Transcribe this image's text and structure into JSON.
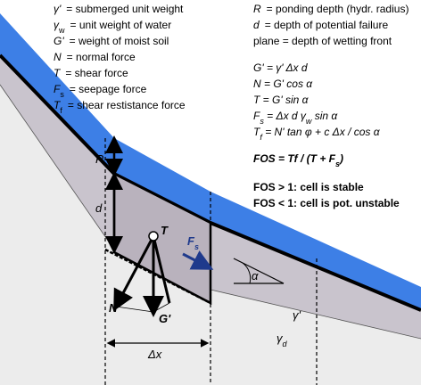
{
  "colors": {
    "water": "#3d7fe6",
    "soil_moist": "#c8c3cc",
    "soil_dry": "#e8e8e8",
    "outline": "#000000",
    "seepage_arrow": "#1f3a8c",
    "dash": "#000000"
  },
  "legend_left": [
    {
      "sym": "γ'",
      "sub": "",
      "def": "= submerged unit weight"
    },
    {
      "sym": "γ",
      "sub": "w",
      "def": "= unit weight of water"
    },
    {
      "sym": "G'",
      "sub": "",
      "def": "= weight of moist soil"
    },
    {
      "sym": "N",
      "sub": "",
      "def": "= normal force"
    },
    {
      "sym": "T",
      "sub": "",
      "def": "= shear force"
    },
    {
      "sym": "F",
      "sub": "s",
      "def": "= seepage force"
    },
    {
      "sym": "T",
      "sub": "f",
      "def": "= shear restistance force"
    }
  ],
  "legend_right": {
    "R_sym": "R",
    "R_def": "= ponding depth (hydr. radius)",
    "d_sym": "d",
    "d_def": "= depth of potential failure",
    "d_def2": "plane = depth of wetting front"
  },
  "equations": {
    "eq1": "G' = γ' Δx d",
    "eq2": "N = G' cos α",
    "eq3": "T = G' sin α",
    "eq4": "F",
    "eq4_sub": "s",
    "eq4_rest": " = Δx d γ",
    "eq4_sub2": "w",
    "eq4_end": " sin α",
    "eq5": "T",
    "eq5_sub": "f",
    "eq5_rest": " = N' tan φ + c Δx / cos α"
  },
  "fos": {
    "formula": "FOS = Tf / (T + F",
    "formula_sub": "s",
    "formula_end": ")",
    "stable": "FOS > 1: cell is stable",
    "unstable": "FOS < 1: cell is pot. unstable"
  },
  "diagram_labels": {
    "R": "R",
    "d": "d",
    "T": "T",
    "Fs": "F",
    "Fs_sub": "s",
    "N": "N",
    "G": "G'",
    "alpha": "α",
    "gamma_prime": "γ'",
    "gamma_d": "γ",
    "gamma_d_sub": "d",
    "dx": "Δx"
  }
}
